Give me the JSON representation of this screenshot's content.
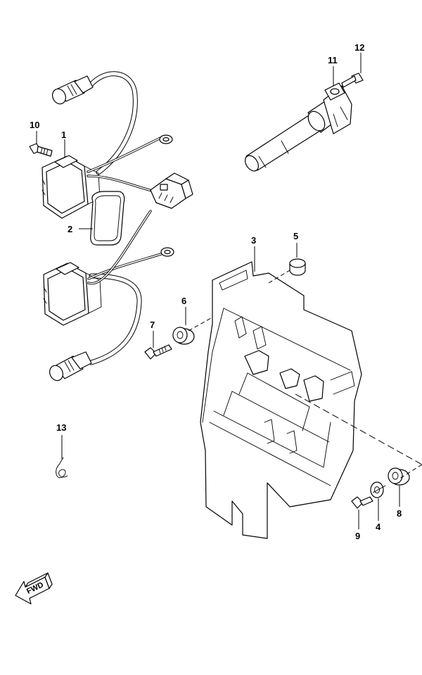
{
  "diagram": {
    "fwd_label": "FWD",
    "callouts": [
      {
        "id": "1",
        "label": "1"
      },
      {
        "id": "2",
        "label": "2"
      },
      {
        "id": "3",
        "label": "3"
      },
      {
        "id": "4",
        "label": "4"
      },
      {
        "id": "5",
        "label": "5"
      },
      {
        "id": "6",
        "label": "6"
      },
      {
        "id": "7",
        "label": "7"
      },
      {
        "id": "8",
        "label": "8"
      },
      {
        "id": "9",
        "label": "9"
      },
      {
        "id": "10",
        "label": "10"
      },
      {
        "id": "11",
        "label": "11"
      },
      {
        "id": "12",
        "label": "12"
      },
      {
        "id": "13",
        "label": "13"
      }
    ]
  }
}
